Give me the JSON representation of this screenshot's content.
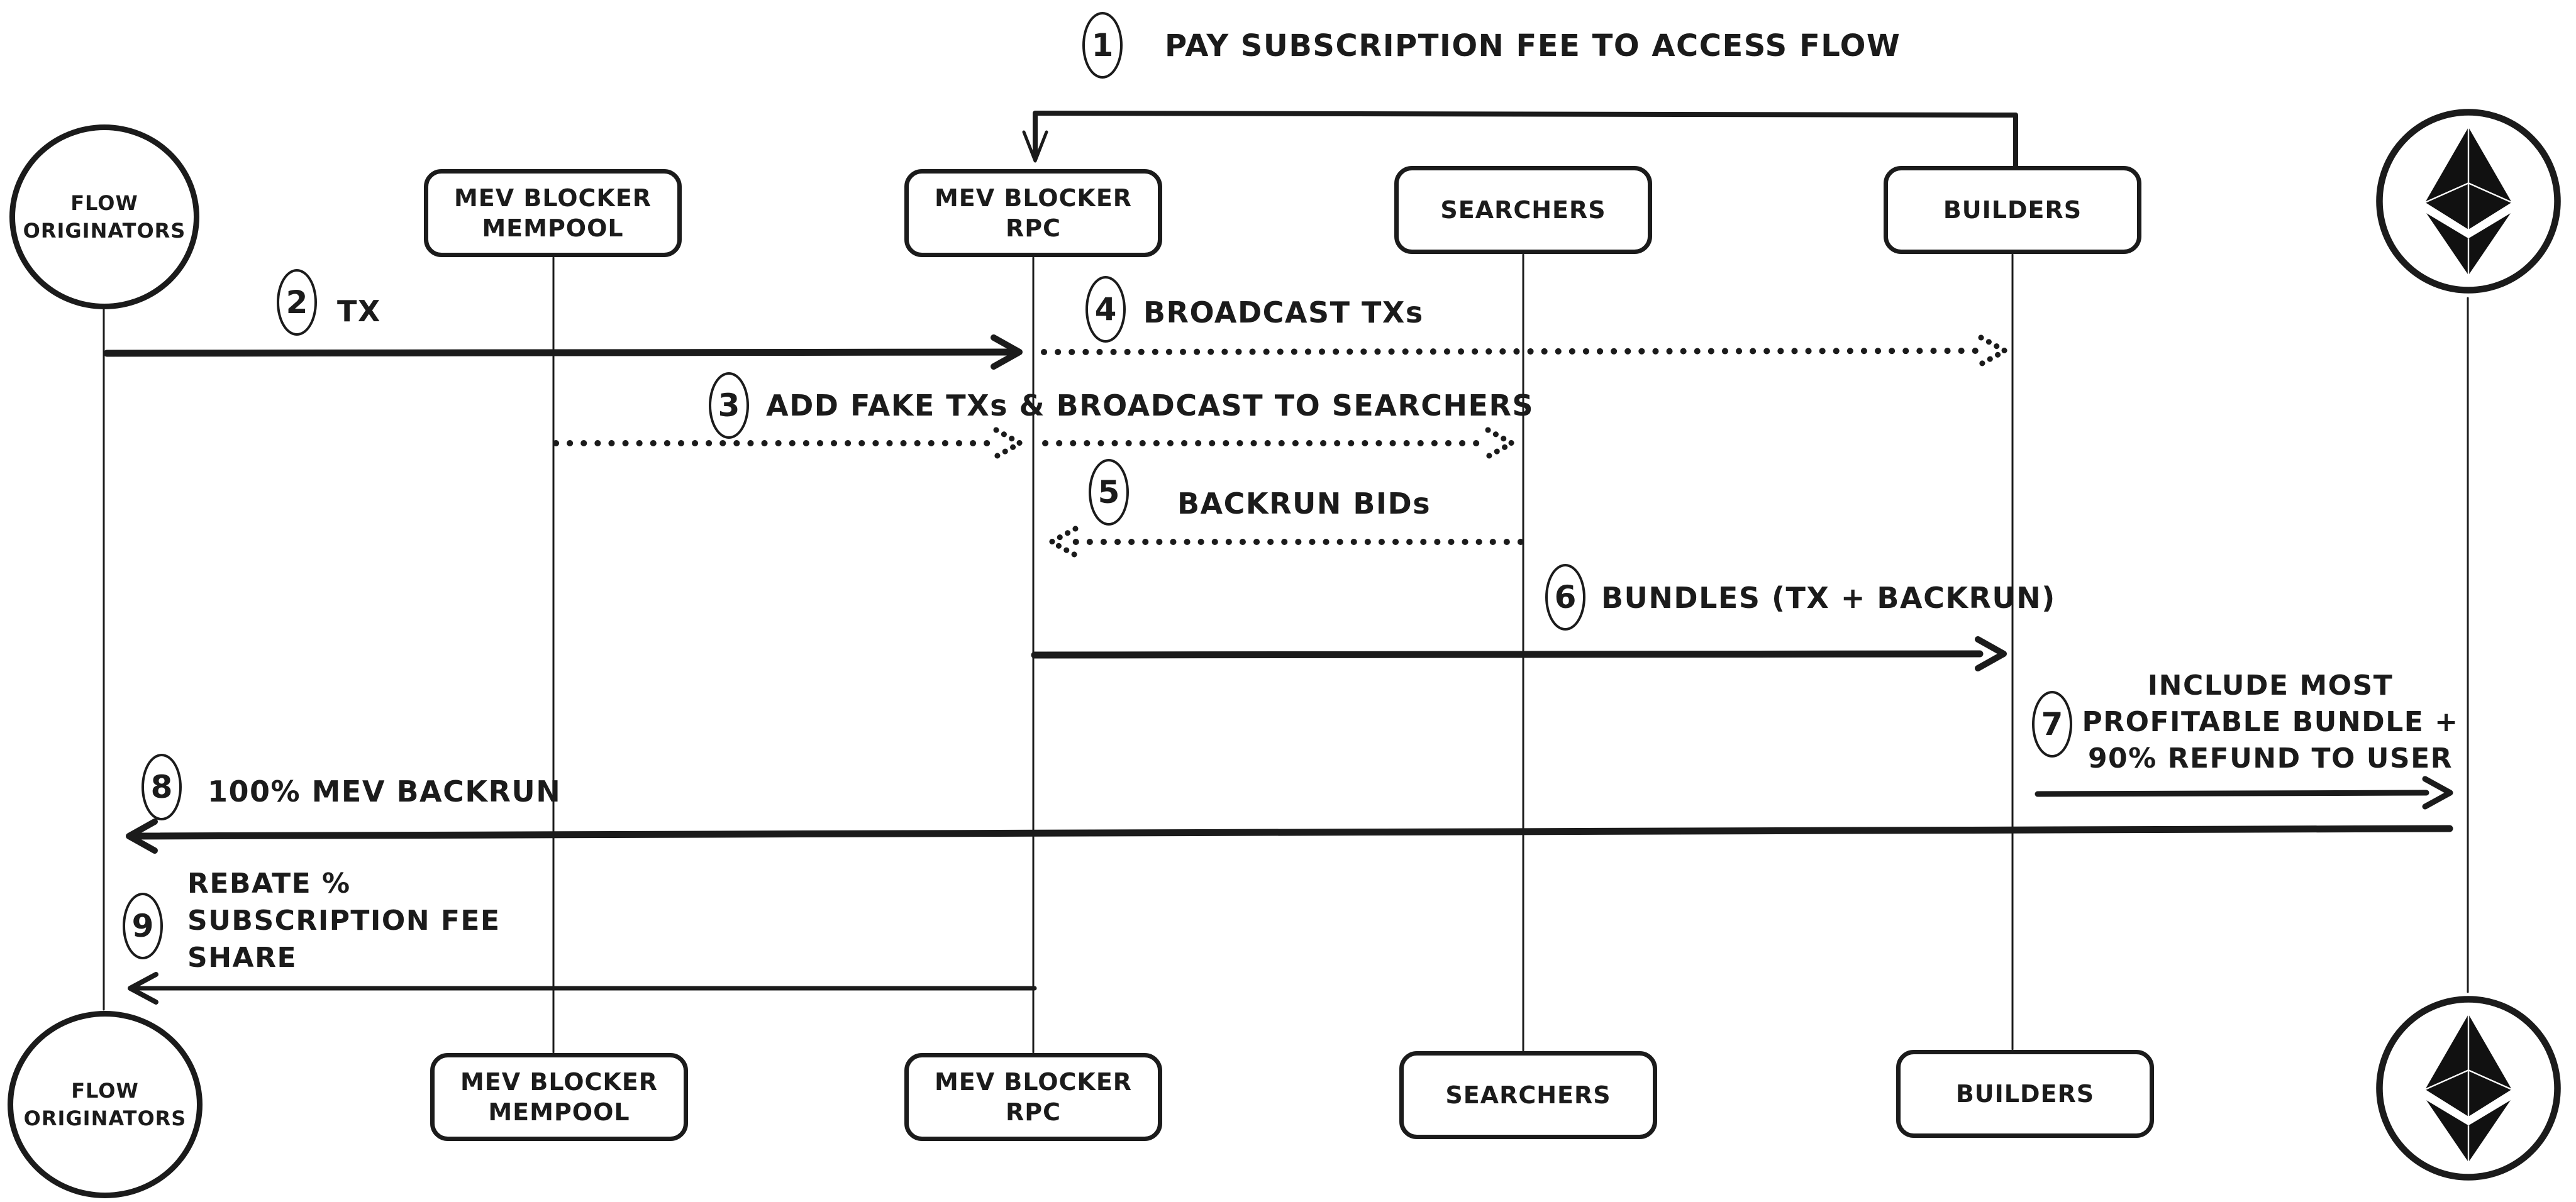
{
  "colors": {
    "ink": "#1b1b1b",
    "background": "#ffffff"
  },
  "actors": {
    "flow_originators": {
      "line1": "FLOW",
      "line2": "ORIGINATORS"
    },
    "mev_blocker_mempool": {
      "line1": "MEV BLOCKER",
      "line2": "MEMPOOL"
    },
    "mev_blocker_rpc": {
      "line1": "MEV BLOCKER",
      "line2": "RPC"
    },
    "searchers": {
      "line1": "SEARCHERS"
    },
    "builders": {
      "line1": "BUILDERS"
    },
    "ethereum": {
      "icon": "ethereum-logo"
    }
  },
  "messages": {
    "m1": {
      "num": "1",
      "label": "PAY SUBSCRIPTION FEE TO ACCESS FLOW"
    },
    "m2": {
      "num": "2",
      "label": "TX"
    },
    "m3": {
      "num": "3",
      "label": "ADD FAKE TXs & BROADCAST TO SEARCHERS"
    },
    "m4": {
      "num": "4",
      "label": "BROADCAST TXs"
    },
    "m5": {
      "num": "5",
      "label": "BACKRUN BIDs"
    },
    "m6": {
      "num": "6",
      "label": "BUNDLES (TX + BACKRUN)"
    },
    "m7": {
      "num": "7",
      "line1": "INCLUDE MOST",
      "line2": "PROFITABLE BUNDLE +",
      "line3": "90% REFUND TO USER"
    },
    "m8": {
      "num": "8",
      "label": "100% MEV BACKRUN"
    },
    "m9": {
      "num": "9",
      "line1": "REBATE %",
      "line2": "SUBSCRIPTION FEE",
      "line3": "SHARE"
    }
  }
}
